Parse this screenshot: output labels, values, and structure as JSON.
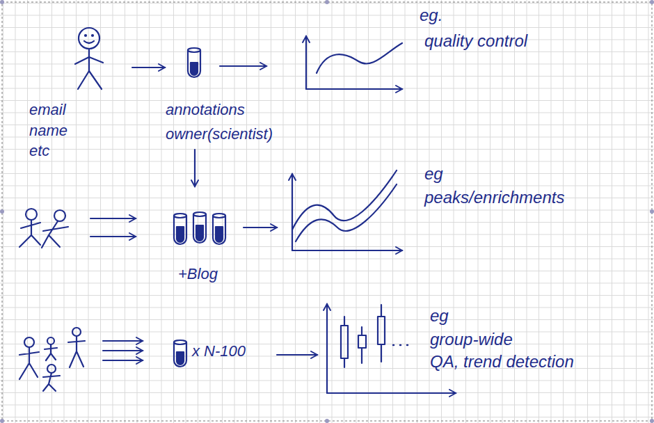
{
  "diagram": {
    "labels": [
      "eg.",
      "quality control",
      "email name etc",
      "annotations owner(scientist)",
      "eg",
      "peaks/enrichments",
      "+Blog",
      "x N-100",
      "eg",
      "group-wide",
      "QA, trend detection"
    ]
  }
}
